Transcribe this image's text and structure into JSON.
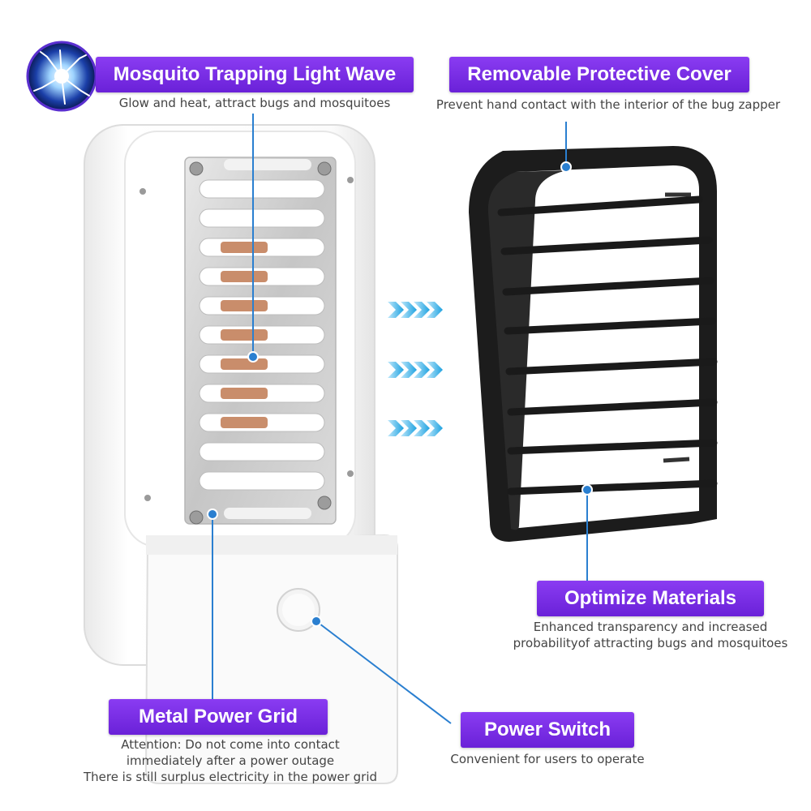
{
  "features": {
    "light_wave": {
      "title": "Mosquito Trapping Light Wave",
      "desc": "Glow and heat, attract bugs and mosquitoes"
    },
    "cover": {
      "title": "Removable Protective Cover",
      "desc": "Prevent hand contact with the interior of the bug zapper"
    },
    "materials": {
      "title": "Optimize Materials",
      "desc_line1": "Enhanced transparency and increased",
      "desc_line2": "probabilityof attracting bugs and mosquitoes"
    },
    "grid": {
      "title": "Metal Power Grid",
      "desc_line1": "Attention: Do not come into contact",
      "desc_line2": "immediately after a power outage",
      "desc_line3": "There is still surplus electricity in the power grid"
    },
    "switch": {
      "title": "Power Switch",
      "desc": "Convenient for users to operate"
    }
  },
  "colors": {
    "label_purple": "#7a2ee8",
    "callout_blue": "#2a7fd0",
    "arrow_cyan": "#29a8e0",
    "cover_black": "#1a1a1a",
    "device_white": "#f6f6f6",
    "grid_silver": "#cfcfcf",
    "lamp_copper": "#b0673e"
  },
  "icons": {
    "light_wave_icon": "lightning-orb-icon",
    "direction_arrows": "chevron-right-icon"
  }
}
